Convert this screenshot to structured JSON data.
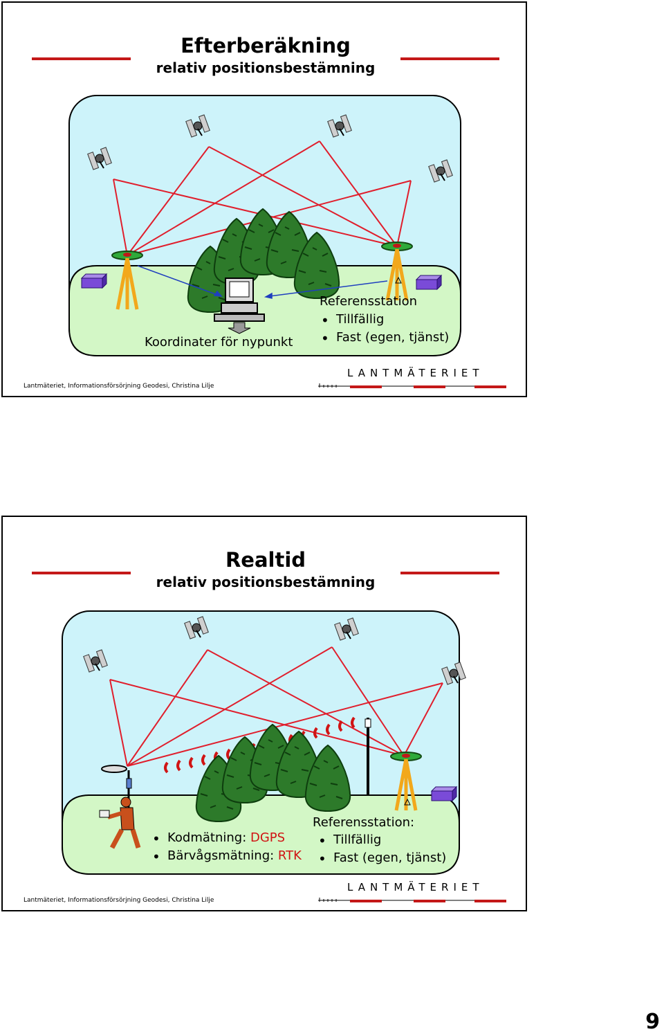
{
  "slides": [
    {
      "title": "Efterberäkning",
      "subtitle": "relativ positionsbestämning",
      "label_left": "Koordinater för nypunkt",
      "ref_heading": "Referensstation",
      "ref_items": [
        "Tillfällig",
        "Fast (egen, tjänst)"
      ],
      "brand": "LANTMÄTERIET",
      "footer": "Lantmäteriet, Informationsförsörjning Geodesi, Christina Lilje"
    },
    {
      "title": "Realtid",
      "subtitle": "relativ positionsbestämning",
      "methods": [
        {
          "label": "Kodmätning: ",
          "value": "DGPS"
        },
        {
          "label": "Bärvågsmätning: ",
          "value": "RTK"
        }
      ],
      "ref_heading": "Referensstation:",
      "ref_items": [
        "Tillfällig",
        "Fast (egen, tjänst)"
      ],
      "brand": "LANTMÄTERIET",
      "footer": "Lantmäteriet, Informationsförsörjning Geodesi, Christina Lilje"
    }
  ],
  "page_number": "9",
  "colors": {
    "sky": "#cdf3fa",
    "ground": "#d3f7c6",
    "signal": "#e01e2c",
    "rule": "#c41818",
    "tripod": "#f2a81b",
    "receiver": "#7a4bd8"
  }
}
